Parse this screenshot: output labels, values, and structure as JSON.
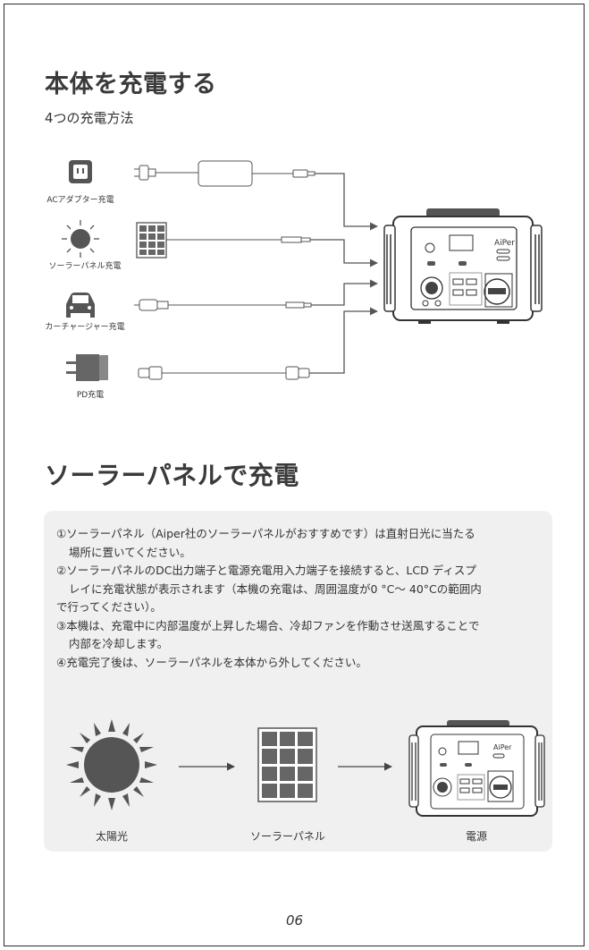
{
  "heading": "本体を充電する",
  "subtitle": "4つの充電方法",
  "charging_methods": [
    {
      "label": "ACアダプター充電",
      "icon": "ac-outlet-icon"
    },
    {
      "label": "ソーラーパネル充電",
      "icon": "sun-icon"
    },
    {
      "label": "カーチャージャー充電",
      "icon": "car-icon"
    },
    {
      "label": "PD充電",
      "icon": "usb-pd-charger-icon"
    }
  ],
  "device_brand": "AiPer",
  "solar_section": {
    "heading": "ソーラーパネルで充電",
    "steps": [
      {
        "first": "①ソーラーパネル（Aiper社のソーラーパネルがおすすめです）は直射日光に当たる",
        "cont": "場所に置いてください。"
      },
      {
        "first": "②ソーラーパネルのDC出力端子と電源充電用入力端子を接続すると、LCD ディスプ",
        "cont": "レイに充電状態が表示されます（本機の充電は、周囲温度が0 °C～ 40°Cの範囲内",
        "cont2": "で行ってください）。"
      },
      {
        "first": "③本機は、充電中に内部温度が上昇した場合、冷却ファンを作動させ送風することで",
        "cont": "内部を冷却します。"
      },
      {
        "first": "④充電完了後は、ソーラーパネルを本体から外してください。",
        "cont": ""
      }
    ],
    "flow": [
      {
        "label": "太陽光",
        "icon": "sun-icon"
      },
      {
        "label": "ソーラーパネル",
        "icon": "solar-panel-icon"
      },
      {
        "label": "電源",
        "icon": "power-station-icon"
      }
    ]
  },
  "page_number": "06",
  "colors": {
    "text": "#333333",
    "panel": "#f0f0f0",
    "icon_dark": "#444444",
    "line": "#555555"
  }
}
